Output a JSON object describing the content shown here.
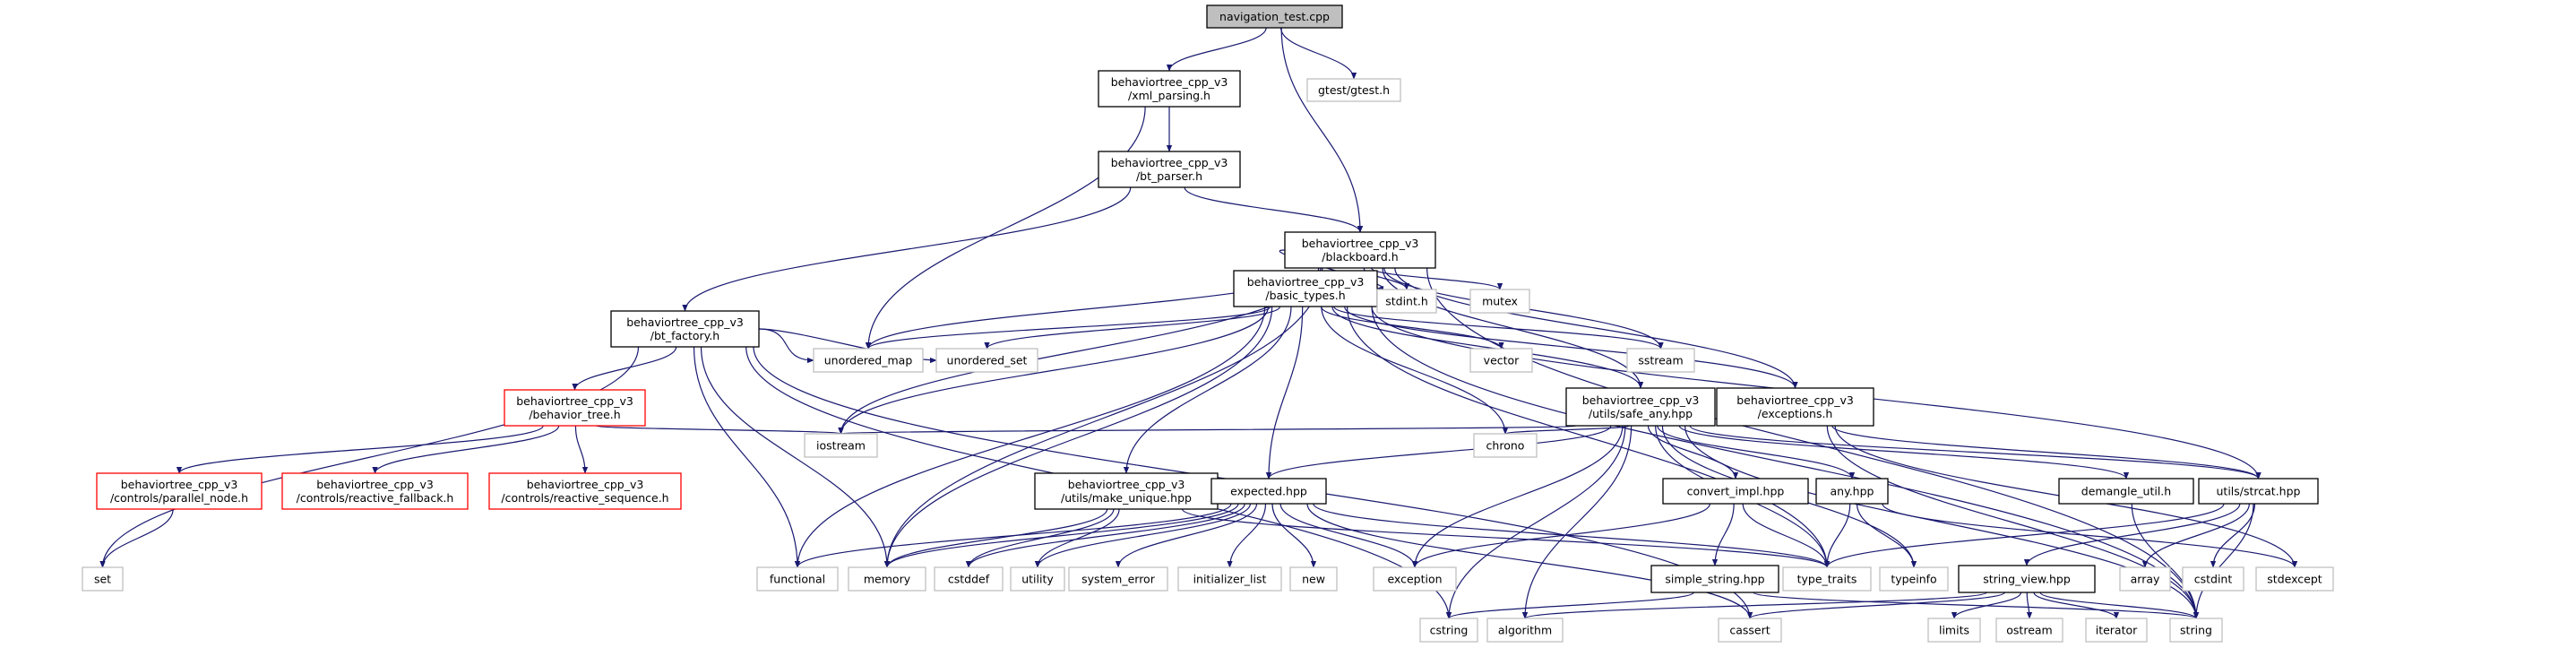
{
  "graph": {
    "colors": {
      "edge": "#191970",
      "root_fill": "#bfbfbf",
      "root_border": "#000000",
      "project_border": "#000000",
      "incomplete_border": "#ff0000",
      "external_border": "#bfbfbf"
    },
    "nodes": [
      {
        "id": "nav",
        "label": "navigation_test.cpp",
        "kind": "root"
      },
      {
        "id": "xml",
        "label": "behaviortree_cpp_v3\n/xml_parsing.h",
        "kind": "project"
      },
      {
        "id": "gtest",
        "label": "gtest/gtest.h",
        "kind": "external"
      },
      {
        "id": "parser",
        "label": "behaviortree_cpp_v3\n/bt_parser.h",
        "kind": "project"
      },
      {
        "id": "bb",
        "label": "behaviortree_cpp_v3\n/blackboard.h",
        "kind": "project"
      },
      {
        "id": "factory",
        "label": "behaviortree_cpp_v3\n/bt_factory.h",
        "kind": "project"
      },
      {
        "id": "basic",
        "label": "behaviortree_cpp_v3\n/basic_types.h",
        "kind": "project"
      },
      {
        "id": "stdint",
        "label": "stdint.h",
        "kind": "external"
      },
      {
        "id": "mutex",
        "label": "mutex",
        "kind": "external"
      },
      {
        "id": "umap",
        "label": "unordered_map",
        "kind": "external"
      },
      {
        "id": "uset",
        "label": "unordered_set",
        "kind": "external"
      },
      {
        "id": "vector",
        "label": "vector",
        "kind": "external"
      },
      {
        "id": "sstream",
        "label": "sstream",
        "kind": "external"
      },
      {
        "id": "btree",
        "label": "behaviortree_cpp_v3\n/behavior_tree.h",
        "kind": "incomplete"
      },
      {
        "id": "safeany",
        "label": "behaviortree_cpp_v3\n/utils/safe_any.hpp",
        "kind": "project"
      },
      {
        "id": "exc",
        "label": "behaviortree_cpp_v3\n/exceptions.h",
        "kind": "project"
      },
      {
        "id": "iostream",
        "label": "iostream",
        "kind": "external"
      },
      {
        "id": "chrono",
        "label": "chrono",
        "kind": "external"
      },
      {
        "id": "parallel",
        "label": "behaviortree_cpp_v3\n/controls/parallel_node.h",
        "kind": "incomplete"
      },
      {
        "id": "rfallback",
        "label": "behaviortree_cpp_v3\n/controls/reactive_fallback.h",
        "kind": "incomplete"
      },
      {
        "id": "rsequence",
        "label": "behaviortree_cpp_v3\n/controls/reactive_sequence.h",
        "kind": "incomplete"
      },
      {
        "id": "makeuniq",
        "label": "behaviortree_cpp_v3\n/utils/make_unique.hpp",
        "kind": "project"
      },
      {
        "id": "expected",
        "label": "expected.hpp",
        "kind": "project"
      },
      {
        "id": "convert",
        "label": "convert_impl.hpp",
        "kind": "project"
      },
      {
        "id": "any",
        "label": "any.hpp",
        "kind": "project"
      },
      {
        "id": "demangle",
        "label": "demangle_util.h",
        "kind": "project"
      },
      {
        "id": "strcat",
        "label": "utils/strcat.hpp",
        "kind": "project"
      },
      {
        "id": "set",
        "label": "set",
        "kind": "external"
      },
      {
        "id": "functional",
        "label": "functional",
        "kind": "external"
      },
      {
        "id": "memory",
        "label": "memory",
        "kind": "external"
      },
      {
        "id": "cstddef",
        "label": "cstddef",
        "kind": "external"
      },
      {
        "id": "utility",
        "label": "utility",
        "kind": "external"
      },
      {
        "id": "syserr",
        "label": "system_error",
        "kind": "external"
      },
      {
        "id": "initlist",
        "label": "initializer_list",
        "kind": "external"
      },
      {
        "id": "new",
        "label": "new",
        "kind": "external"
      },
      {
        "id": "exception",
        "label": "exception",
        "kind": "external"
      },
      {
        "id": "simplestr",
        "label": "simple_string.hpp",
        "kind": "project"
      },
      {
        "id": "typetraits",
        "label": "type_traits",
        "kind": "external"
      },
      {
        "id": "typeinfo",
        "label": "typeinfo",
        "kind": "external"
      },
      {
        "id": "strview",
        "label": "string_view.hpp",
        "kind": "project"
      },
      {
        "id": "array",
        "label": "array",
        "kind": "external"
      },
      {
        "id": "cstdint",
        "label": "cstdint",
        "kind": "external"
      },
      {
        "id": "stdexcept",
        "label": "stdexcept",
        "kind": "external"
      },
      {
        "id": "cstring",
        "label": "cstring",
        "kind": "external"
      },
      {
        "id": "algorithm",
        "label": "algorithm",
        "kind": "external"
      },
      {
        "id": "cassert",
        "label": "cassert",
        "kind": "external"
      },
      {
        "id": "limits",
        "label": "limits",
        "kind": "external"
      },
      {
        "id": "ostream",
        "label": "ostream",
        "kind": "external"
      },
      {
        "id": "iterator",
        "label": "iterator",
        "kind": "external"
      },
      {
        "id": "string",
        "label": "string",
        "kind": "external"
      }
    ],
    "edges": [
      [
        "nav",
        "xml"
      ],
      [
        "nav",
        "gtest"
      ],
      [
        "nav",
        "bb"
      ],
      [
        "xml",
        "parser"
      ],
      [
        "xml",
        "umap"
      ],
      [
        "parser",
        "bb"
      ],
      [
        "parser",
        "factory"
      ],
      [
        "bb",
        "basic"
      ],
      [
        "bb",
        "stdint"
      ],
      [
        "bb",
        "mutex"
      ],
      [
        "bb",
        "umap"
      ],
      [
        "bb",
        "memory"
      ],
      [
        "bb",
        "iostream"
      ],
      [
        "bb",
        "safeany"
      ],
      [
        "bb",
        "exc"
      ],
      [
        "bb",
        "sstream"
      ],
      [
        "bb",
        "string"
      ],
      [
        "factory",
        "btree"
      ],
      [
        "factory",
        "umap"
      ],
      [
        "factory",
        "uset"
      ],
      [
        "factory",
        "set"
      ],
      [
        "factory",
        "functional"
      ],
      [
        "factory",
        "memory"
      ],
      [
        "factory",
        "cstring"
      ],
      [
        "factory",
        "cassert"
      ],
      [
        "btree",
        "parallel"
      ],
      [
        "btree",
        "rfallback"
      ],
      [
        "btree",
        "rsequence"
      ],
      [
        "btree",
        "iostream"
      ],
      [
        "parallel",
        "set"
      ],
      [
        "basic",
        "umap"
      ],
      [
        "basic",
        "uset"
      ],
      [
        "basic",
        "iostream"
      ],
      [
        "basic",
        "functional"
      ],
      [
        "basic",
        "memory"
      ],
      [
        "basic",
        "makeuniq"
      ],
      [
        "basic",
        "expected"
      ],
      [
        "basic",
        "vector"
      ],
      [
        "basic",
        "chrono"
      ],
      [
        "basic",
        "safeany"
      ],
      [
        "basic",
        "exc"
      ],
      [
        "basic",
        "sstream"
      ],
      [
        "basic",
        "string"
      ],
      [
        "basic",
        "typetraits"
      ],
      [
        "basic",
        "strcat"
      ],
      [
        "safeany",
        "iostream"
      ],
      [
        "safeany",
        "expected"
      ],
      [
        "safeany",
        "chrono"
      ],
      [
        "safeany",
        "cstring"
      ],
      [
        "safeany",
        "algorithm"
      ],
      [
        "safeany",
        "exception"
      ],
      [
        "safeany",
        "convert"
      ],
      [
        "safeany",
        "typetraits"
      ],
      [
        "safeany",
        "typeinfo"
      ],
      [
        "safeany",
        "string"
      ],
      [
        "safeany",
        "any"
      ],
      [
        "safeany",
        "demangle"
      ],
      [
        "safeany",
        "strcat"
      ],
      [
        "exc",
        "strcat"
      ],
      [
        "exc",
        "stdexcept"
      ],
      [
        "exc",
        "string"
      ],
      [
        "makeuniq",
        "memory"
      ],
      [
        "makeuniq",
        "cstddef"
      ],
      [
        "makeuniq",
        "utility"
      ],
      [
        "makeuniq",
        "typetraits"
      ],
      [
        "expected",
        "functional"
      ],
      [
        "expected",
        "memory"
      ],
      [
        "expected",
        "cstddef"
      ],
      [
        "expected",
        "utility"
      ],
      [
        "expected",
        "syserr"
      ],
      [
        "expected",
        "initlist"
      ],
      [
        "expected",
        "new"
      ],
      [
        "expected",
        "exception"
      ],
      [
        "expected",
        "typetraits"
      ],
      [
        "expected",
        "cassert"
      ],
      [
        "convert",
        "exception"
      ],
      [
        "convert",
        "simplestr"
      ],
      [
        "convert",
        "typetraits"
      ],
      [
        "any",
        "typetraits"
      ],
      [
        "any",
        "typeinfo"
      ],
      [
        "any",
        "stdexcept"
      ],
      [
        "demangle",
        "string"
      ],
      [
        "strcat",
        "typetraits"
      ],
      [
        "strcat",
        "strview"
      ],
      [
        "strcat",
        "array"
      ],
      [
        "strcat",
        "cstdint"
      ],
      [
        "strcat",
        "string"
      ],
      [
        "simplestr",
        "cstring"
      ],
      [
        "simplestr",
        "string"
      ],
      [
        "strview",
        "algorithm"
      ],
      [
        "strview",
        "cassert"
      ],
      [
        "strview",
        "limits"
      ],
      [
        "strview",
        "ostream"
      ],
      [
        "strview",
        "iterator"
      ],
      [
        "strview",
        "string"
      ]
    ]
  }
}
